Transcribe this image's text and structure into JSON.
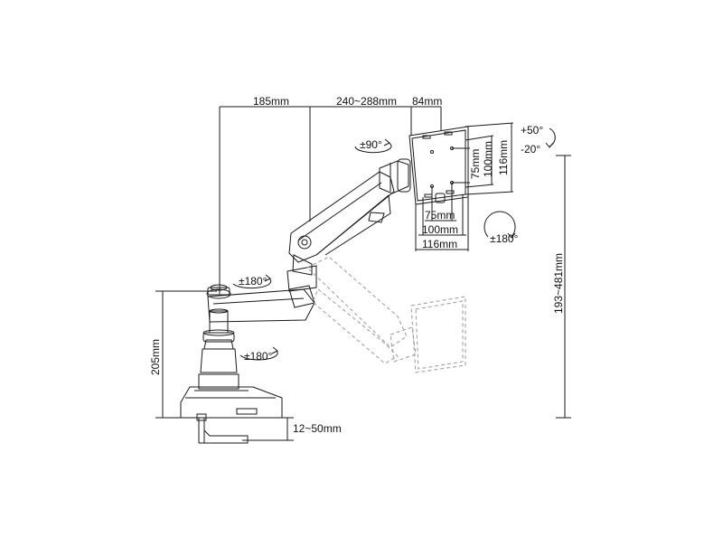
{
  "dimensions": {
    "arm_reach_a": "185mm",
    "arm_reach_b": "240~288mm",
    "plate_offset": "84mm",
    "height_range": "193~481mm",
    "pole_height": "205mm",
    "desk_thickness": "12~50mm"
  },
  "vesa": {
    "h1": "75mm",
    "h2": "100mm",
    "h3": "116mm",
    "v1": "75mm",
    "v2": "100mm",
    "v3": "116mm"
  },
  "rotations": {
    "swivel_top": "±90°",
    "tilt_up": "+50°",
    "tilt_down": "-20°",
    "screen_rotate": "±180°",
    "arm_pivot": "±180°",
    "base_pivot": "±180°"
  },
  "colors": {
    "line": "#1a1a1a",
    "ghost": "#9a9a9a"
  }
}
